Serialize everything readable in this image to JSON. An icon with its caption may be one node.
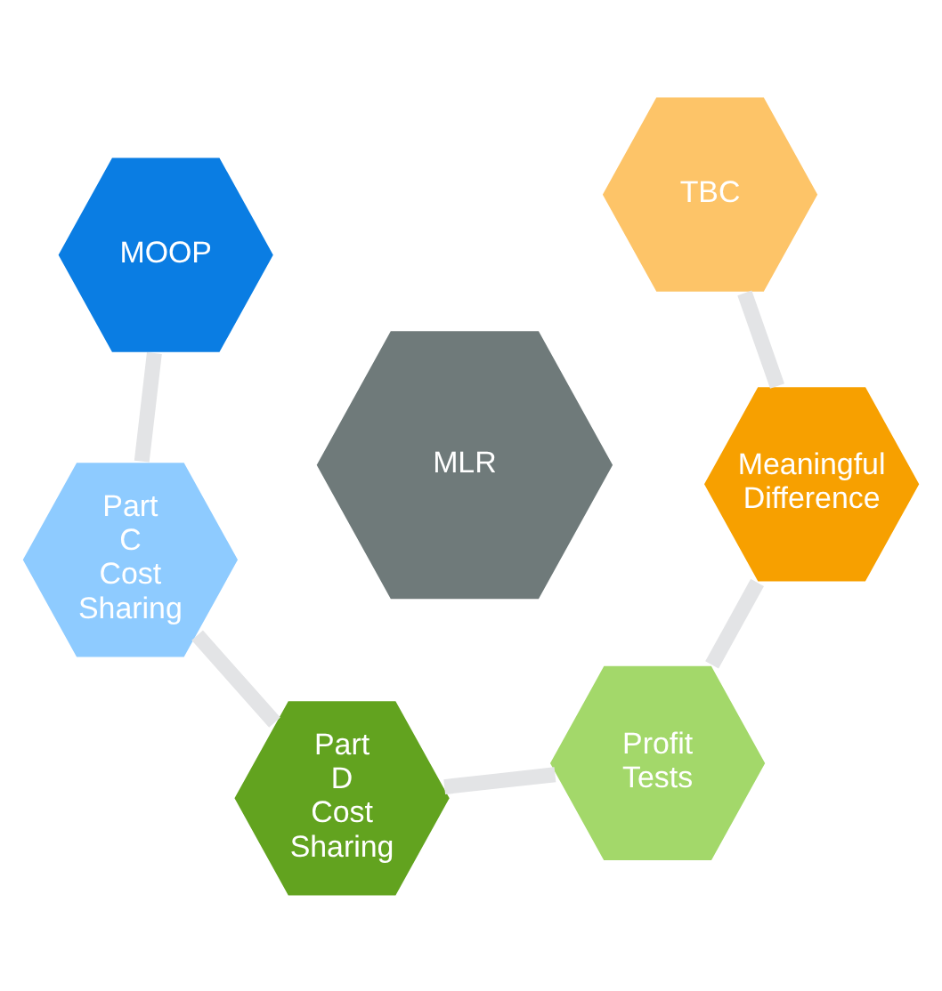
{
  "diagram": {
    "nodes": [
      {
        "text": [
          "MOOP"
        ]
      },
      {
        "text": [
          "TBC"
        ]
      },
      {
        "text": [
          "Part C Cost Sharing"
        ]
      },
      {
        "text": [
          "MLR"
        ]
      },
      {
        "text": [
          "Meaningful Difference"
        ]
      },
      {
        "text": [
          "Part D Cost Sharing"
        ]
      },
      {
        "text": [
          "Profit Tests"
        ]
      }
    ],
    "edges": [
      {
        "from": 0,
        "to": 2,
        "arrow": "none"
      },
      {
        "from": 2,
        "to": 5,
        "arrow": "none"
      },
      {
        "from": 5,
        "to": 6,
        "arrow": "none"
      },
      {
        "from": 6,
        "to": 4,
        "arrow": "none"
      },
      {
        "from": 4,
        "to": 1,
        "arrow": "none"
      }
    ]
  }
}
